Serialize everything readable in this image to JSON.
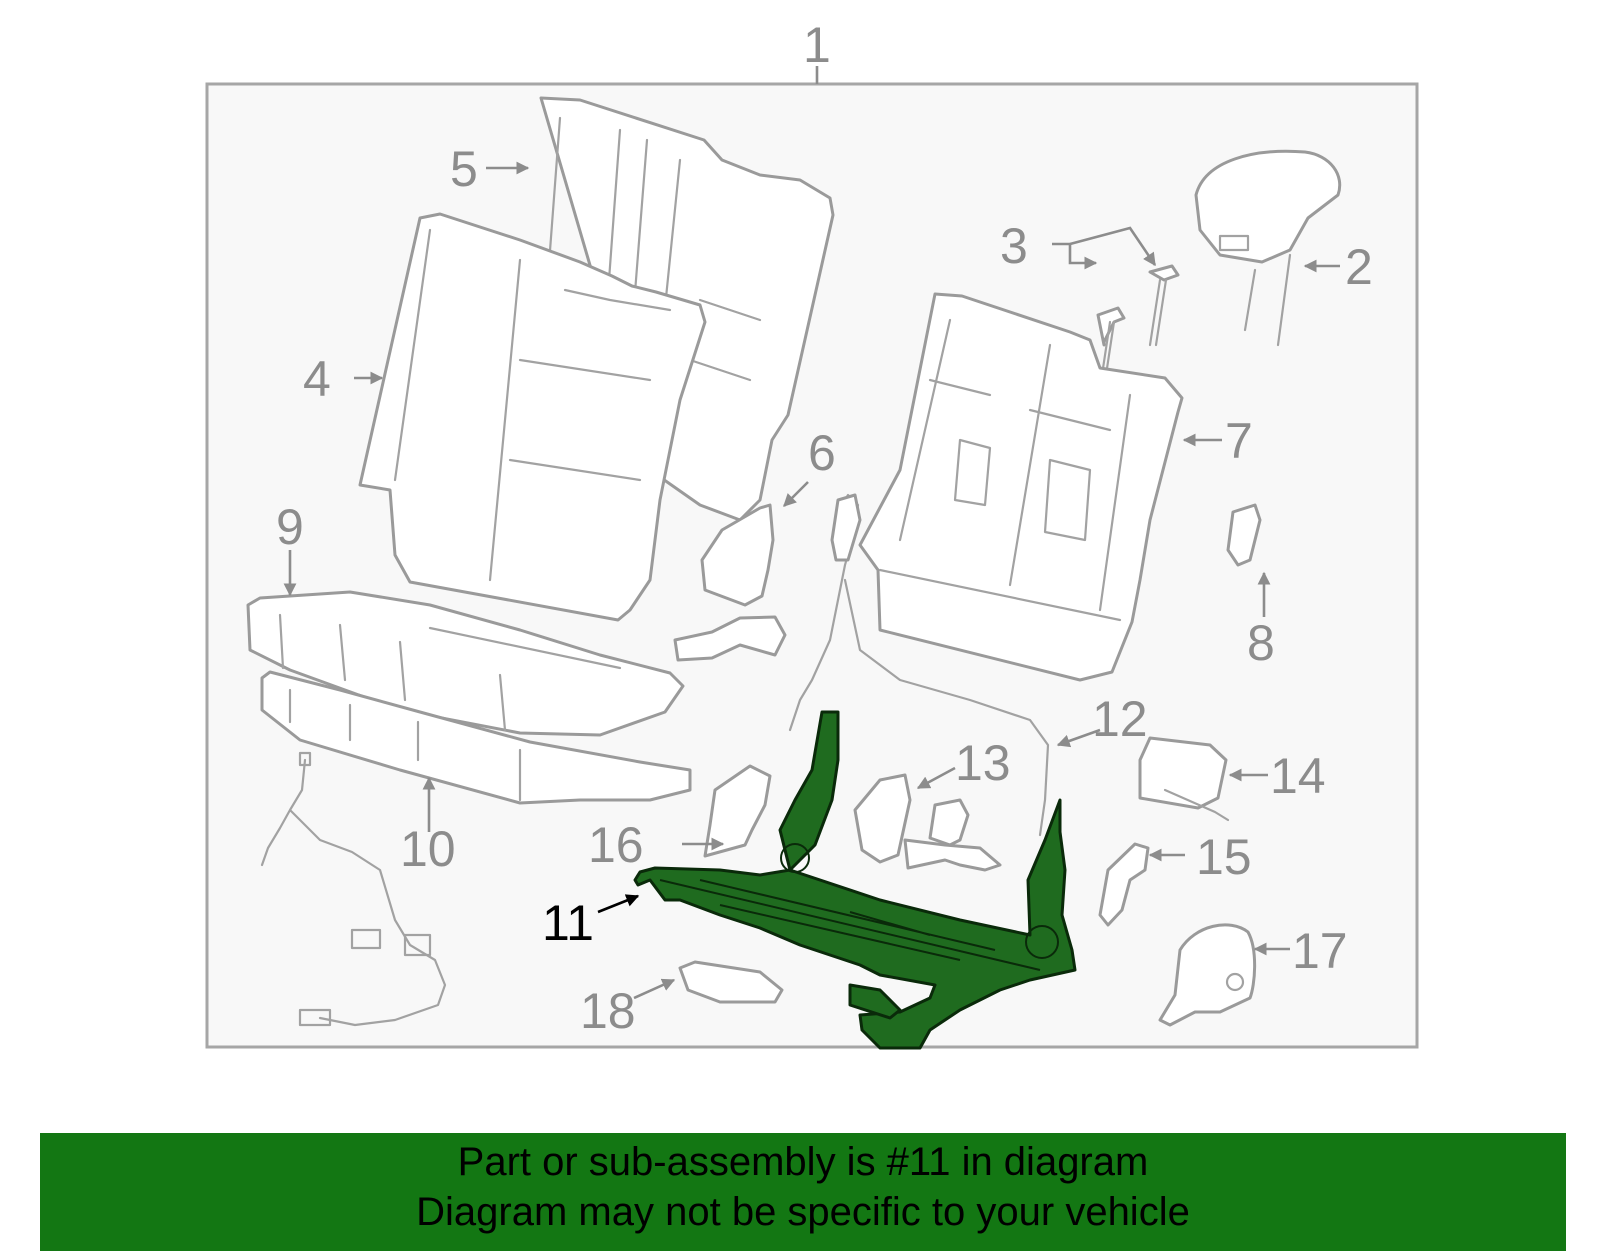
{
  "callouts": [
    "1",
    "2",
    "3",
    "4",
    "5",
    "6",
    "7",
    "8",
    "9",
    "10",
    "11",
    "12",
    "13",
    "14",
    "15",
    "16",
    "17",
    "18"
  ],
  "highlighted_part": "11",
  "colors": {
    "highlight": "#1f6b1f",
    "banner": "#137713",
    "frame": "#a6a6a6",
    "line": "#9a9a9a"
  },
  "banner": {
    "line1": "Part or sub-assembly is #11 in diagram",
    "line2": "Diagram may not be specific to your vehicle"
  }
}
